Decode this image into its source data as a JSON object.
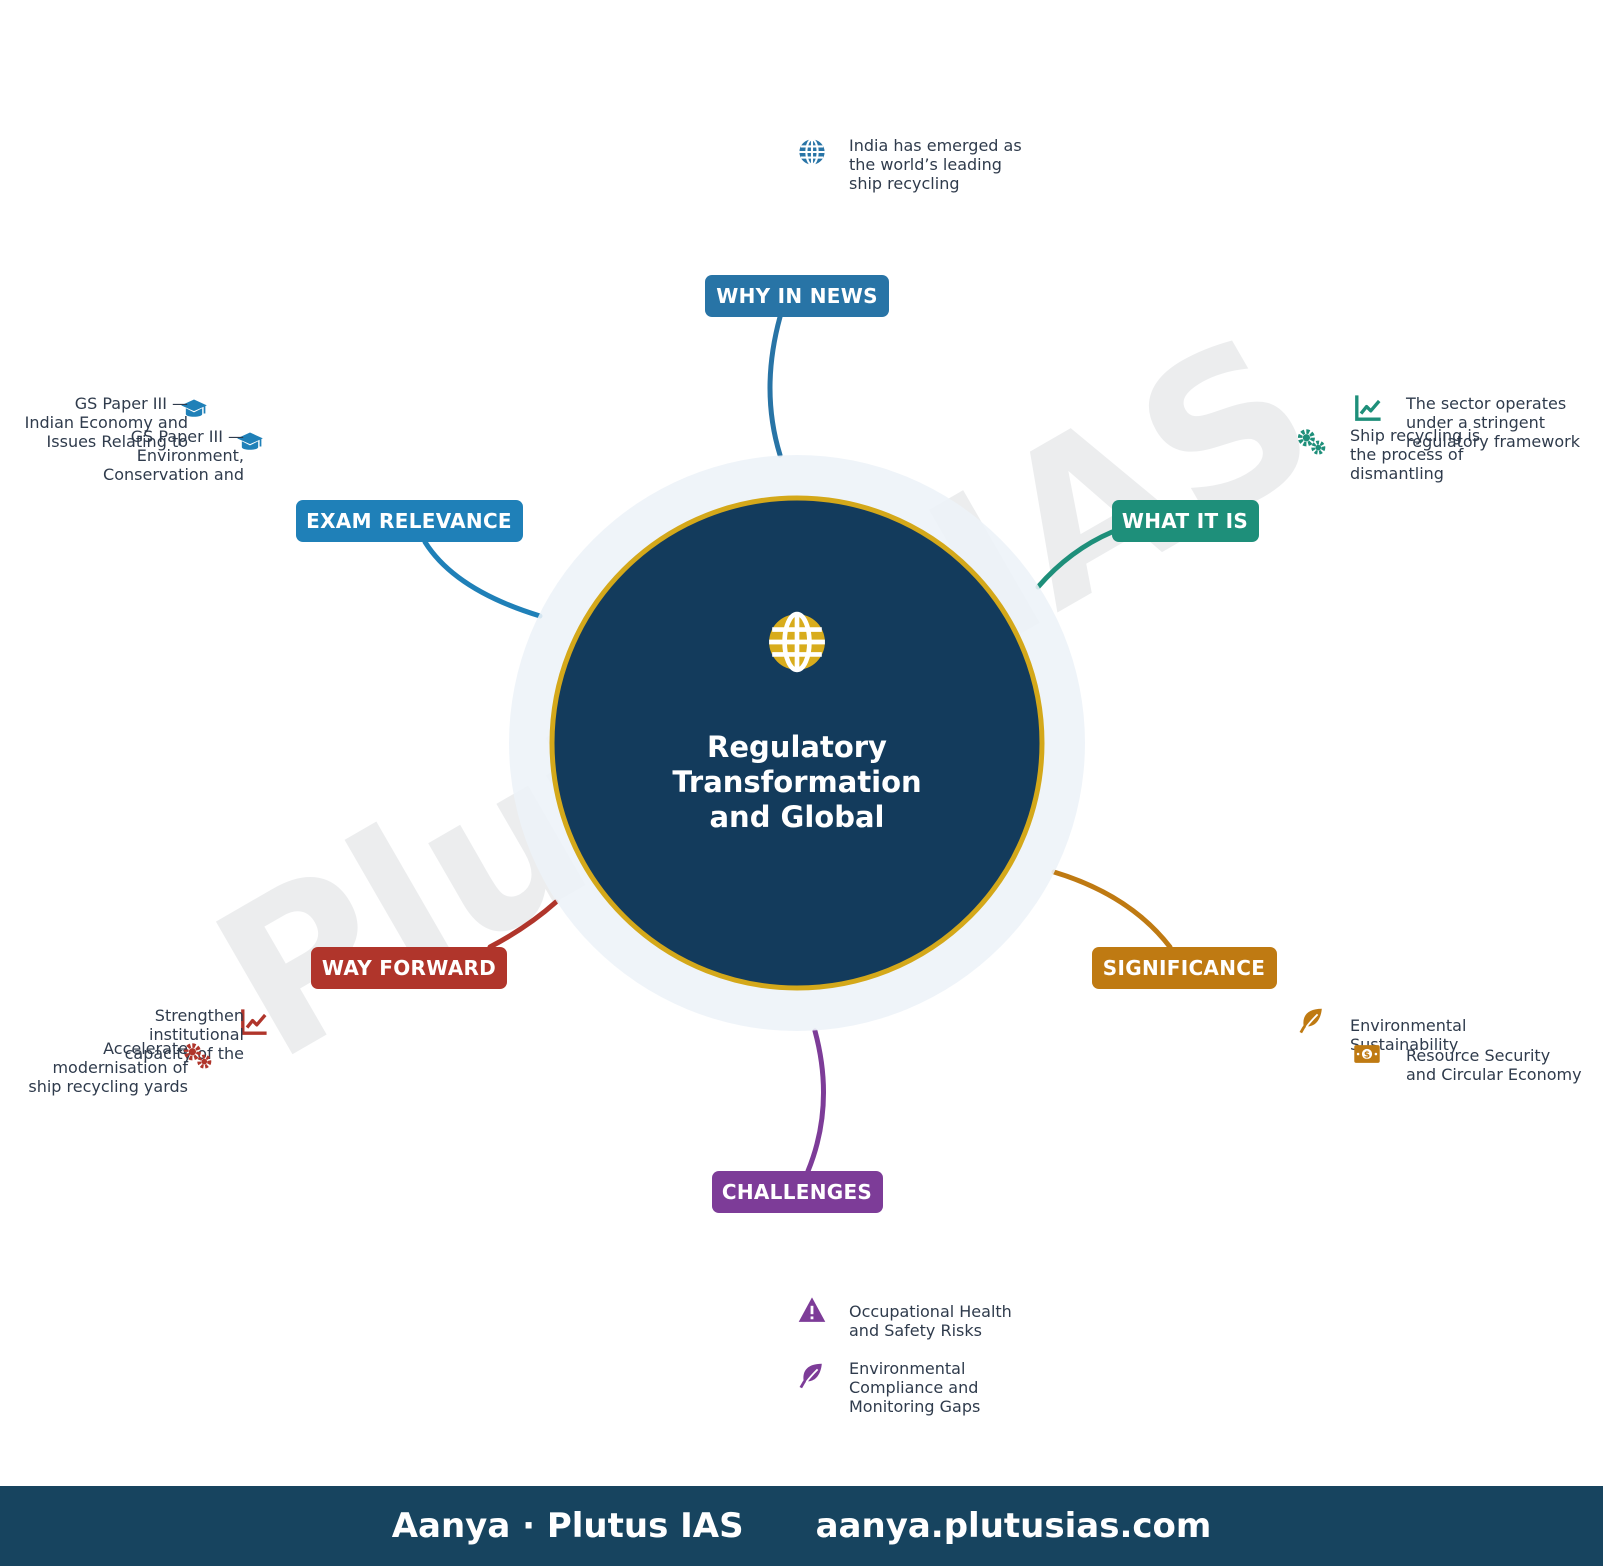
{
  "watermark": "Plutus IAS",
  "center": {
    "title_lines": [
      "Regulatory",
      "Transformation",
      "and Global"
    ],
    "icon": "globe-icon",
    "fill": "#133b5c",
    "ring": "#d4a81a",
    "halo": "#edf2f8"
  },
  "branches": {
    "why": {
      "label": "WHY IN NEWS",
      "color": "#2874a6",
      "leaves": [
        {
          "icon": "globe-icon",
          "lines": [
            "India has emerged as",
            "the world’s leading",
            "ship recycling"
          ]
        }
      ]
    },
    "what": {
      "label": "WHAT IT IS",
      "color": "#1e8f7a",
      "leaves": [
        {
          "icon": "chart-line-icon",
          "lines": [
            "The sector operates",
            "under a stringent",
            "regulatory framework"
          ]
        },
        {
          "icon": "gears-icon",
          "lines": [
            "Ship recycling is",
            "the process of",
            "dismantling"
          ]
        }
      ]
    },
    "significance": {
      "label": "SIGNIFICANCE",
      "color": "#bf7a12",
      "leaves": [
        {
          "icon": "leaf-icon",
          "lines": [
            "Environmental",
            "Sustainability"
          ]
        },
        {
          "icon": "money-bill-icon",
          "lines": [
            "Resource Security",
            "and Circular Economy"
          ]
        }
      ]
    },
    "challenges": {
      "label": "CHALLENGES",
      "color": "#7d3c98",
      "leaves": [
        {
          "icon": "warning-icon",
          "lines": [
            "Occupational Health",
            "and Safety Risks"
          ]
        },
        {
          "icon": "leaf-icon",
          "lines": [
            "Environmental",
            "Compliance and",
            "Monitoring Gaps"
          ]
        }
      ]
    },
    "way": {
      "label": "WAY FORWARD",
      "color": "#b0352b",
      "leaves": [
        {
          "icon": "chart-line-icon",
          "lines": [
            "Strengthen",
            "institutional",
            "capacity of the"
          ]
        },
        {
          "icon": "gears-icon",
          "lines": [
            "Accelerate",
            "modernisation of",
            "ship recycling yards"
          ]
        }
      ]
    },
    "exam": {
      "label": "EXAM RELEVANCE",
      "color": "#1f80b8",
      "leaves": [
        {
          "icon": "graduation-cap-icon",
          "lines": [
            "GS Paper III —",
            "Indian Economy and",
            "Issues Relating to"
          ]
        },
        {
          "icon": "graduation-cap-icon",
          "lines": [
            "GS Paper III —",
            "Environment,",
            "Conservation and"
          ]
        }
      ]
    }
  },
  "footer": {
    "brand": "Aanya · Plutus IAS",
    "url": "aanya.plutusias.com",
    "background": "#17445f"
  }
}
